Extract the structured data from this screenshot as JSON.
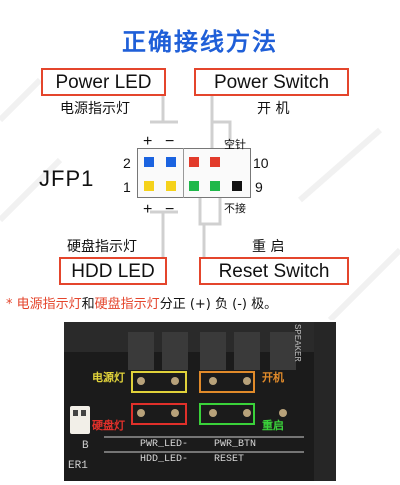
{
  "title": "正确接线方法",
  "top_left_box": "Power LED",
  "top_right_box": "Power Switch",
  "bottom_left_box": "HDD LED",
  "bottom_right_box": "Reset Switch",
  "label_power_led_zh": "电源指示灯",
  "label_power_switch_zh": "开 机",
  "label_hdd_led_zh": "硬盘指示灯",
  "label_reset_zh": "重 启",
  "header_name": "JFP1",
  "pin_num_2": "2",
  "pin_num_1": "1",
  "pin_num_10": "10",
  "pin_num_9": "9",
  "empty_pin_label": "空针",
  "no_connect_label": "不接",
  "plus_sign": "+",
  "minus_sign": "−",
  "note": {
    "star": "*",
    "part1": "电源指示灯",
    "and": "和",
    "part2": "硬盘指示灯",
    "rest": "分正 (+) 负 (-) 极。"
  },
  "photo": {
    "power_led_zh": "电源灯",
    "hdd_led_zh": "硬盘灯",
    "power_on_zh": "开机",
    "reset_zh": "重启",
    "silk_pwr_led": "PWR_LED-",
    "silk_pwr_btn": "PWR_BTN",
    "silk_hdd_led": "HDD_LED-",
    "silk_reset": "RESET",
    "silk_speaker": "SPEAKER",
    "silk_b": "B",
    "silk_er1": "ER1"
  },
  "colors": {
    "title_blue": "#1f5fd8",
    "box_red": "#e4452c",
    "pin_blue": "#1b63e0",
    "pin_yellow": "#f5d21b",
    "pin_red": "#e23b2b",
    "pin_green": "#1fb84a",
    "pin_black": "#111111"
  }
}
